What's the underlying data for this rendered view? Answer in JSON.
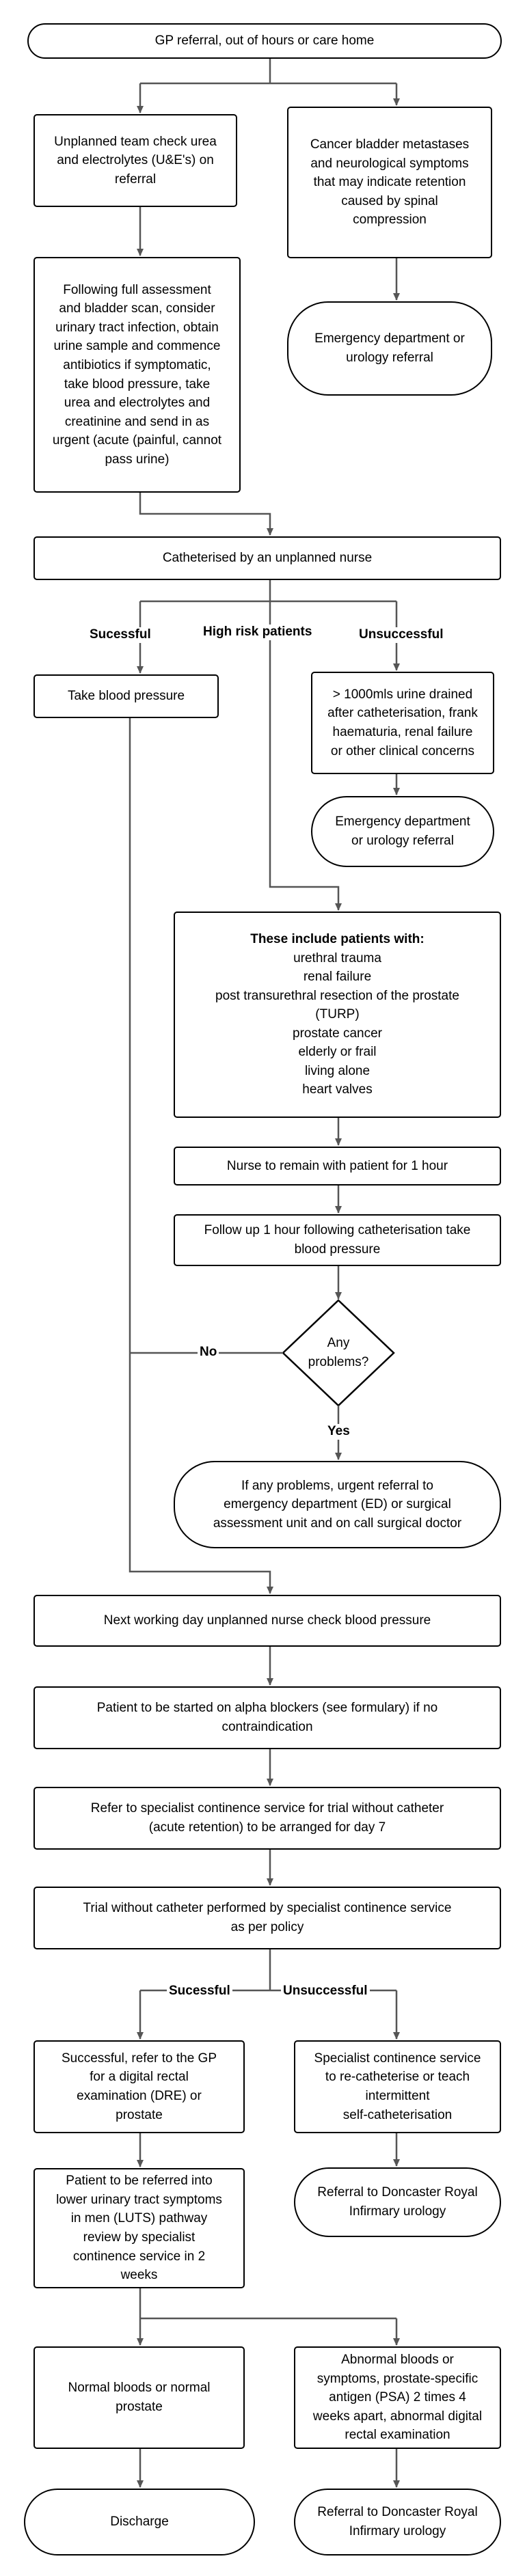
{
  "nodes": {
    "gp_referral": "GP referral, out of hours or care home",
    "unplanned_check": "Unplanned team check urea\nand electrolytes (U&E's) on\nreferral",
    "cancer_metastases": "Cancer bladder metastases\nand neurological symptoms\nthat may indicate retention\ncaused by spinal\ncompression",
    "full_assessment": "Following full assessment\nand bladder scan, consider\nurinary tract infection, obtain\nurine sample and commence\nantibiotics if symptomatic,\ntake blood pressure, take\nurea and electrolytes and\ncreatinine and send in as\nurgent (acute (painful, cannot\npass urine)",
    "ed_referral_1": "Emergency department or\nurology referral",
    "catheterised": "Catheterised by an unplanned nurse",
    "take_bp": "Take blood pressure",
    "over_1000": "> 1000mls urine drained\nafter catheterisation, frank\nhaematuria, renal failure\nor other clinical concerns",
    "ed_referral_2": "Emergency department\nor urology referral",
    "high_risk_title": "These include patients with:",
    "high_risk_items": [
      "urethral trauma",
      "renal failure",
      "post transurethral resection of the prostate",
      "(TURP)",
      "prostate cancer",
      "elderly or frail",
      "living alone",
      "heart valves"
    ],
    "remain_1hr": "Nurse to remain with patient for 1 hour",
    "follow_up": "Follow up 1 hour following catheterisation take\nblood pressure",
    "any_problems": "Any\nproblems?",
    "urgent_referral": "If any problems, urgent referral to\nemergency department (ED) or surgical\nassessment unit and on call surgical doctor",
    "next_day": "Next working day unplanned nurse check blood pressure",
    "alpha_blockers": "Patient to be started on alpha blockers (see formulary) if no\ncontraindication",
    "refer_continence": "Refer to specialist continence service for trial without catheter\n(acute retention) to be arranged for day 7",
    "trial_without": "Trial without catheter performed by specialist continence service\nas per policy",
    "successful_gp": "Successful, refer to the GP\nfor a digital rectal\nexamination (DRE) or\nprostate",
    "specialist_recath": "Specialist continence service\nto re-catheterise or teach\nintermittent\nself-catheterisation",
    "luts_review": "Patient to be referred into\nlower urinary tract symptoms\nin men (LUTS) pathway\nreview by specialist\ncontinence service in 2\nweeks",
    "doncaster_1": "Referral to Doncaster Royal\nInfirmary urology",
    "normal_bloods": "Normal bloods or normal\nprostate",
    "abnormal_bloods": "Abnormal bloods or\nsymptoms, prostate-specific\nantigen (PSA) 2 times 4\nweeks apart, abnormal digital\nrectal examination",
    "discharge": "Discharge",
    "doncaster_2": "Referral to Doncaster Royal\nInfirmary urology"
  },
  "labels": {
    "successful_1": "Sucessful",
    "high_risk": "High risk patients",
    "unsuccessful_1": "Unsuccessful",
    "no": "No",
    "yes": "Yes",
    "successful_2": "Sucessful",
    "unsuccessful_2": "Unsuccessful"
  }
}
